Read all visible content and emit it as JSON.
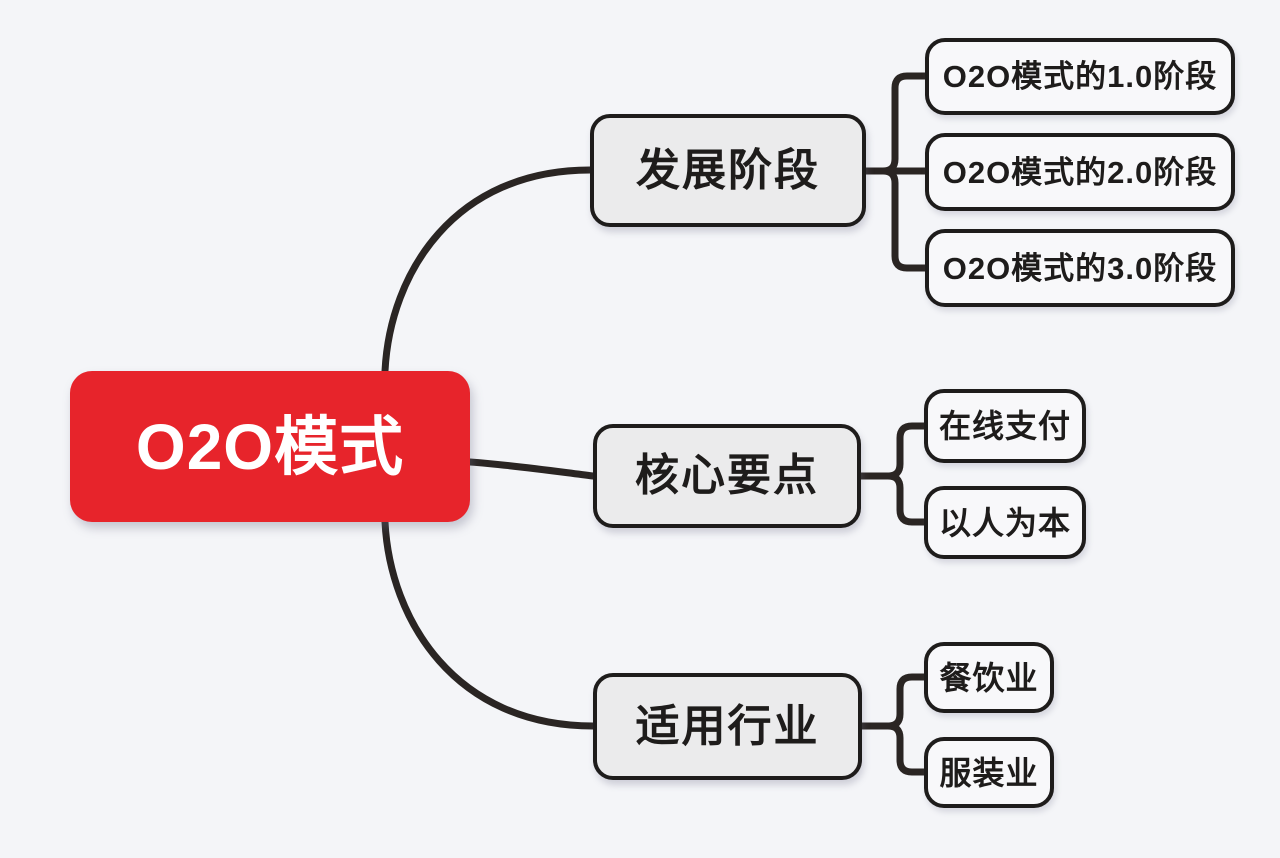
{
  "mindmap": {
    "root": {
      "label": "O2O模式"
    },
    "branches": [
      {
        "label": "发展阶段",
        "children": [
          {
            "label": "O2O模式的1.0阶段"
          },
          {
            "label": "O2O模式的2.0阶段"
          },
          {
            "label": "O2O模式的3.0阶段"
          }
        ]
      },
      {
        "label": "核心要点",
        "children": [
          {
            "label": "在线支付"
          },
          {
            "label": "以人为本"
          }
        ]
      },
      {
        "label": "适用行业",
        "children": [
          {
            "label": "餐饮业"
          },
          {
            "label": "服装业"
          }
        ]
      }
    ],
    "colors": {
      "canvas-bg": "#f4f5f8",
      "root-bg": "#e7242b",
      "root-text": "#ffffff",
      "branch-bg": "#ebebec",
      "leaf-bg": "#f8f8fa",
      "border": "#1e1c1b",
      "line": "#2a2523"
    }
  }
}
